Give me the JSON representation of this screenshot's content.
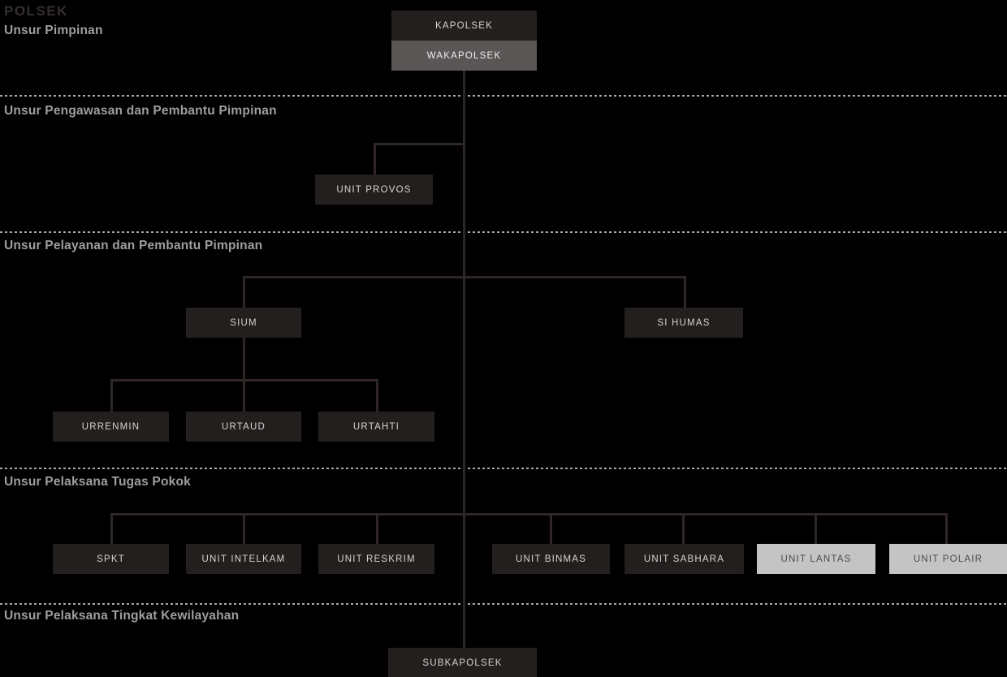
{
  "page": {
    "title": "POLSEK"
  },
  "sections": {
    "pimpinan": "Unsur Pimpinan",
    "pengawasan": "Unsur Pengawasan dan Pembantu Pimpinan",
    "pelayanan": "Unsur Pelayanan dan Pembantu Pimpinan",
    "pelaksana_pokok": "Unsur Pelaksana Tugas Pokok",
    "kewilayahan": "Unsur Pelaksana Tingkat Kewilayahan"
  },
  "nodes": {
    "kapolsek": {
      "label": "KAPOLSEK",
      "variant": "dark"
    },
    "wakapolsek": {
      "label": "WAKAPOLSEK",
      "variant": "gray"
    },
    "unit_provos": {
      "label": "UNIT PROVOS",
      "variant": "dark"
    },
    "sium": {
      "label": "SIUM",
      "variant": "dark"
    },
    "si_humas": {
      "label": "SI HUMAS",
      "variant": "dark"
    },
    "urrenmin": {
      "label": "URRENMIN",
      "variant": "dark"
    },
    "urtaud": {
      "label": "URTAUD",
      "variant": "dark"
    },
    "urtahti": {
      "label": "URTAHTI",
      "variant": "dark"
    },
    "spkt": {
      "label": "SPKT",
      "variant": "dark"
    },
    "unit_intelkam": {
      "label": "UNIT INTELKAM",
      "variant": "dark"
    },
    "unit_reskrim": {
      "label": "UNIT RESKRIM",
      "variant": "dark"
    },
    "unit_binmas": {
      "label": "UNIT BINMAS",
      "variant": "dark"
    },
    "unit_sabhara": {
      "label": "UNIT SABHARA",
      "variant": "dark"
    },
    "unit_lantas": {
      "label": "UNIT LANTAS",
      "variant": "light"
    },
    "unit_polair": {
      "label": "UNIT POLAIR",
      "variant": "light"
    },
    "subkapolsek": {
      "label": "SUBKAPOLSEK",
      "variant": "dark"
    }
  },
  "edges": [
    "kapolsek-wakapolsek",
    "wakapolsek-unit_provos",
    "wakapolsek-sium",
    "wakapolsek-si_humas",
    "sium-urrenmin",
    "sium-urtaud",
    "sium-urtahti",
    "wakapolsek-spkt",
    "wakapolsek-unit_intelkam",
    "wakapolsek-unit_reskrim",
    "wakapolsek-unit_binmas",
    "wakapolsek-unit_sabhara",
    "wakapolsek-unit_lantas",
    "wakapolsek-unit_polair",
    "wakapolsek-subkapolsek"
  ],
  "colors": {
    "background": "#000000",
    "box_dark": "#241f1f",
    "box_gray": "#5b5656",
    "box_light": "#c5c4c4",
    "box_dark_text": "#d6d3d3",
    "box_light_text": "#4e4a4a",
    "connector_line": "#2e2726",
    "separator_dash": "#a9a9a9",
    "title_text": "#362f2f",
    "section_label_text": "#a09d9d"
  }
}
